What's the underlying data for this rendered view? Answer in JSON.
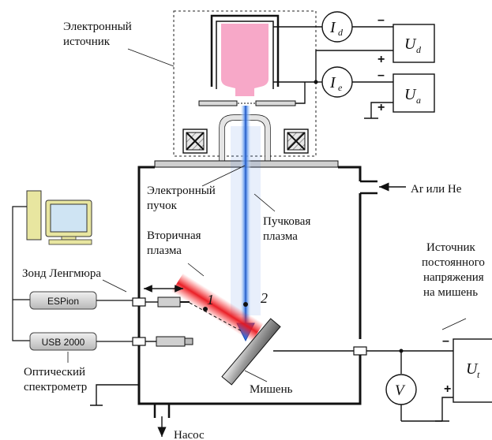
{
  "labels": {
    "electron_source": [
      "Электронный",
      "источник"
    ],
    "electron_beam": [
      "Электронный",
      "пучок"
    ],
    "beam_plasma": [
      "Пучковая",
      "плазма"
    ],
    "secondary_plasma": [
      "Вторичная",
      "плазма"
    ],
    "langmuir_probe": "Зонд Ленгмюра",
    "espion": "ESPion",
    "usb2000": "USB 2000",
    "optical_spectrometer": [
      "Оптический",
      "спектрометр"
    ],
    "target": "Мишень",
    "pump": "Насос",
    "gas": "Ar или He",
    "dc_source": [
      "Источник",
      "постоянного",
      "напряжения",
      "на мишень"
    ],
    "point1": "1",
    "point2": "2",
    "Id": {
      "main": "I",
      "sub": "d"
    },
    "Ie": {
      "main": "I",
      "sub": "e"
    },
    "Ud": {
      "main": "U",
      "sub": "d"
    },
    "Ua": {
      "main": "U",
      "sub": "a"
    },
    "Ut": {
      "main": "U",
      "sub": "t"
    },
    "V": "V",
    "minus": "–",
    "plus": "+"
  },
  "colors": {
    "cathode": "#f7a8c8",
    "beam": "#3f7fe0",
    "secondary_plasma": "#e8141c",
    "monitor_frame": "#e8e6a0",
    "monitor_screen": "#cfe4f3",
    "device_box": "#d9d9d9"
  }
}
